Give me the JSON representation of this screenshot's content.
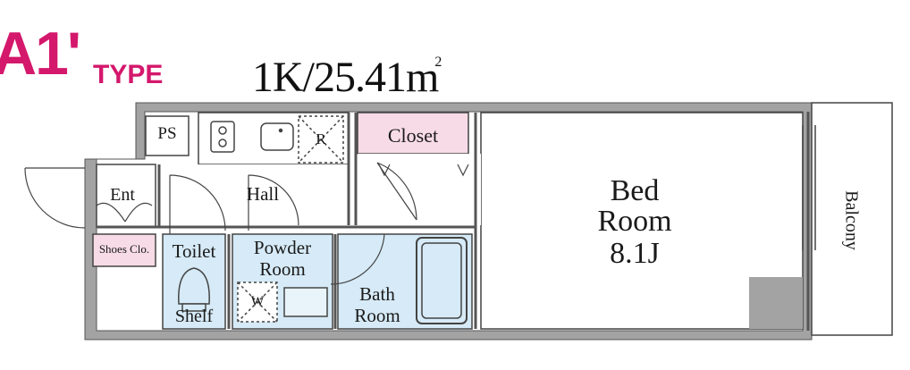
{
  "header": {
    "type_code": "A1'",
    "type_word": "TYPE",
    "layout": "1K/25.41m",
    "area_superscript": "2"
  },
  "rooms": {
    "ps": "PS",
    "closet": "Closet",
    "bed_room_line1": "Bed",
    "bed_room_line2": "Room",
    "bed_room_size": "8.1J",
    "balcony": "Balcony",
    "entrance": "Ent",
    "hall": "Hall",
    "shoes_closet": "Shoes Clo.",
    "toilet": "Toilet",
    "shelf": "Shelf",
    "powder_room_line1": "Powder",
    "powder_room_line2": "Room",
    "washer": "W",
    "bath_room_line1": "Bath",
    "bath_room_line2": "Room",
    "refrigerator": "R"
  },
  "colors": {
    "accent": "#d4186c",
    "wall": "#a3a3a3",
    "wet_area": "#d6eaf7",
    "closet": "#f7dbe6",
    "line": "#333333"
  }
}
